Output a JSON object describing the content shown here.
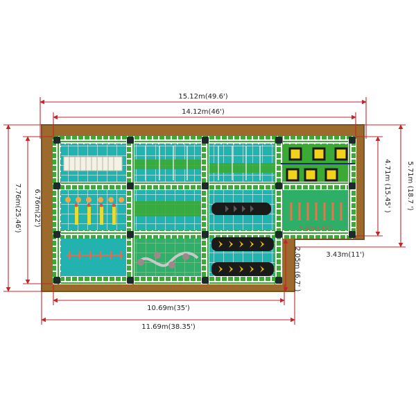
{
  "dimensions": {
    "total_width": "15.12m(49.6')",
    "frame_width": "14.12m(46')",
    "lower_frame_width": "10.69m(35')",
    "lower_total_width": "11.69m(38.35')",
    "total_height": "7.76m(25.46')",
    "frame_height": "6.76m(22')",
    "right_total_height": "5.71m (18.7 ')",
    "right_frame_height": "4.71m (15.45' )",
    "notch_width": "3.43m(11')",
    "notch_width_inner": "3.43m(11')",
    "notch_height": "2.05m (6.7' )"
  },
  "colors": {
    "base": "#9b6a2c",
    "base_edge": "#7a5220",
    "floor": "#22b3b0",
    "frame": "#3aaa35",
    "frame_dark": "#1f6e1d",
    "rung": "#ffffff",
    "post": "#1d2a2a",
    "dimension_line": "#c0262b",
    "dark_lane": "#1a1a1a",
    "arrow": "#f2c400"
  }
}
